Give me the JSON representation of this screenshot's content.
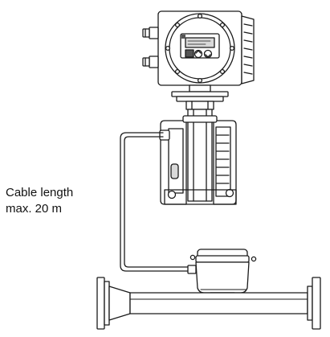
{
  "caption": {
    "line1": "Cable length",
    "line2": "max. 20 m"
  },
  "colors": {
    "stroke": "#1a1a1a",
    "fill": "#ffffff",
    "shade": "#d9d9d9",
    "dark": "#555555"
  },
  "components": [
    "transmitter-housing",
    "display-window",
    "cable-gland-icon",
    "mounting-bracket",
    "connecting-cable",
    "sensor-connection-housing",
    "flow-sensor-pipe"
  ]
}
